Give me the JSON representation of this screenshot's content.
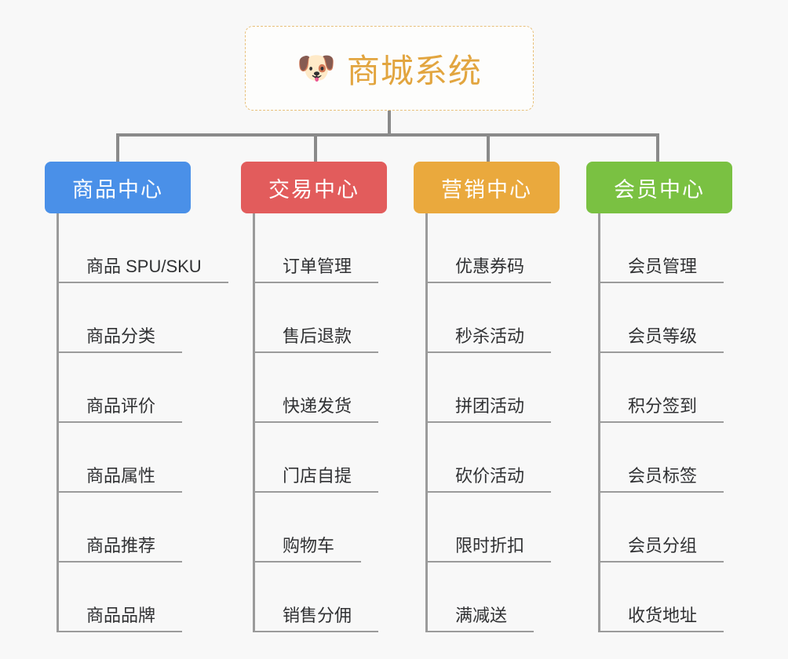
{
  "page": {
    "background_color": "#f8f8f8",
    "type": "mindmap"
  },
  "root": {
    "icon": "dog-face-emoji",
    "emoji": "🐶",
    "title": "商城系统",
    "text_color": "#e2a53f",
    "border_color": "#e8c07a"
  },
  "connector_color": "#8a8a8a",
  "branches": [
    {
      "label": "商品中心",
      "color": "#4a90e8",
      "items": [
        "商品 SPU/SKU",
        "商品分类",
        "商品评价",
        "商品属性",
        "商品推荐",
        "商品品牌"
      ]
    },
    {
      "label": "交易中心",
      "color": "#e25c5c",
      "items": [
        "订单管理",
        "售后退款",
        "快递发货",
        "门店自提",
        "购物车",
        "销售分佣"
      ]
    },
    {
      "label": "营销中心",
      "color": "#eaa93d",
      "items": [
        "优惠券码",
        "秒杀活动",
        "拼团活动",
        "砍价活动",
        "限时折扣",
        "满减送"
      ]
    },
    {
      "label": "会员中心",
      "color": "#7ac142",
      "items": [
        "会员管理",
        "会员等级",
        "积分签到",
        "会员标签",
        "会员分组",
        "收货地址"
      ]
    }
  ]
}
